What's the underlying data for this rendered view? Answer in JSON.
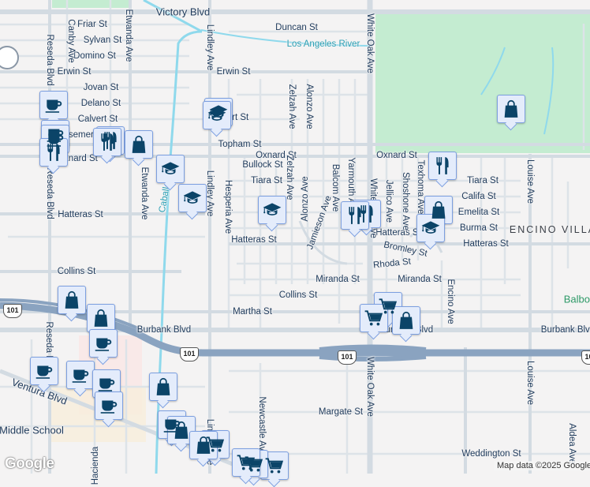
{
  "map": {
    "colors": {
      "background": "#f4f3f3",
      "road": "#d5dde4",
      "freeway": "#8aa3c0",
      "park": "#c4ecd1",
      "water": "#8fd9ec",
      "marker_bg": "#e4ecfb",
      "marker_border": "#7c9fe0",
      "marker_icon": "#0b4468"
    },
    "labels": [
      "Victory Blvd",
      "Friar St",
      "Sylvan St",
      "Domino St",
      "Erwin St",
      "Erwin St",
      "Jovan St",
      "Delano St",
      "Calvert St",
      "Calvert St",
      "Bessemer St",
      "Oxnard St",
      "Topham St",
      "Oxnard St",
      "Oxnard St",
      "Bullock St",
      "Tiara St",
      "Tiara St",
      "Califa St",
      "Emelita St",
      "Burma St",
      "Hatteras St",
      "Hatteras St",
      "Hatteras St",
      "Hatteras St",
      "ENCINO VILLAGE",
      "Bromley St",
      "Rhoda St",
      "Miranda St",
      "Miranda St",
      "Collins St",
      "Collins St",
      "Martha St",
      "Burbank Blvd",
      "Burbank Blvd",
      "Burbank Blvd",
      "Duncan St",
      "Los Angeles River",
      "Balboa",
      "Margate St",
      "Weddington St",
      "Middle School",
      "Ventura Blvd",
      "Reseda Blvd",
      "Canby Ave",
      "Etwanda Ave",
      "Lindley Ave",
      "Zelzah Ave",
      "Alonzo Ave",
      "Zelzah Ave",
      "Hesperia Ave",
      "Alonzo Ave",
      "Jamieson Ave",
      "Balcom Ave",
      "Yarmouth Ave",
      "White Oak Ave",
      "White Oak Ave",
      "Jellico Ave",
      "Shoshone Ave",
      "Texhoma Ave",
      "Louise Ave",
      "Encino Ave",
      "Etwanda Ave",
      "Lindley Ave",
      "Reseda Blvd",
      "Reseda Blvd",
      "Caballero",
      "Newcastle Ave",
      "White Oak Ave",
      "Louise Ave",
      "Aldea Ave",
      "Hacienda",
      "Lindley Ave"
    ],
    "highway_shield": "101",
    "marker_types": [
      "coffee-icon",
      "restaurant-icon",
      "shopping-bag-icon",
      "school-icon",
      "grocery-cart-icon"
    ],
    "attribution": "Map data ©2025 Google",
    "logo": "Google"
  }
}
